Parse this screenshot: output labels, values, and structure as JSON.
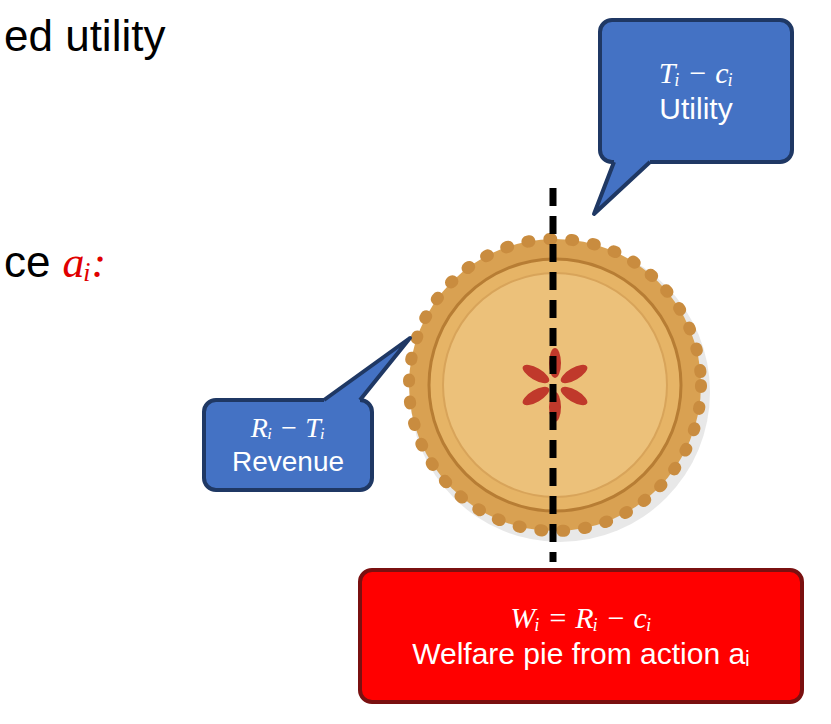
{
  "diagram": {
    "nodes": [
      {
        "text": [
          "Tᵢ − cᵢ",
          "Utility"
        ]
      },
      {
        "text": [
          "Rᵢ − Tᵢ",
          "Revenue"
        ]
      },
      {
        "text": [
          "Wᵢ = Rᵢ − cᵢ",
          "Welfare pie from action aᵢ"
        ]
      }
    ],
    "labels": [
      "ed utility",
      "ce",
      "aᵢ:"
    ]
  }
}
